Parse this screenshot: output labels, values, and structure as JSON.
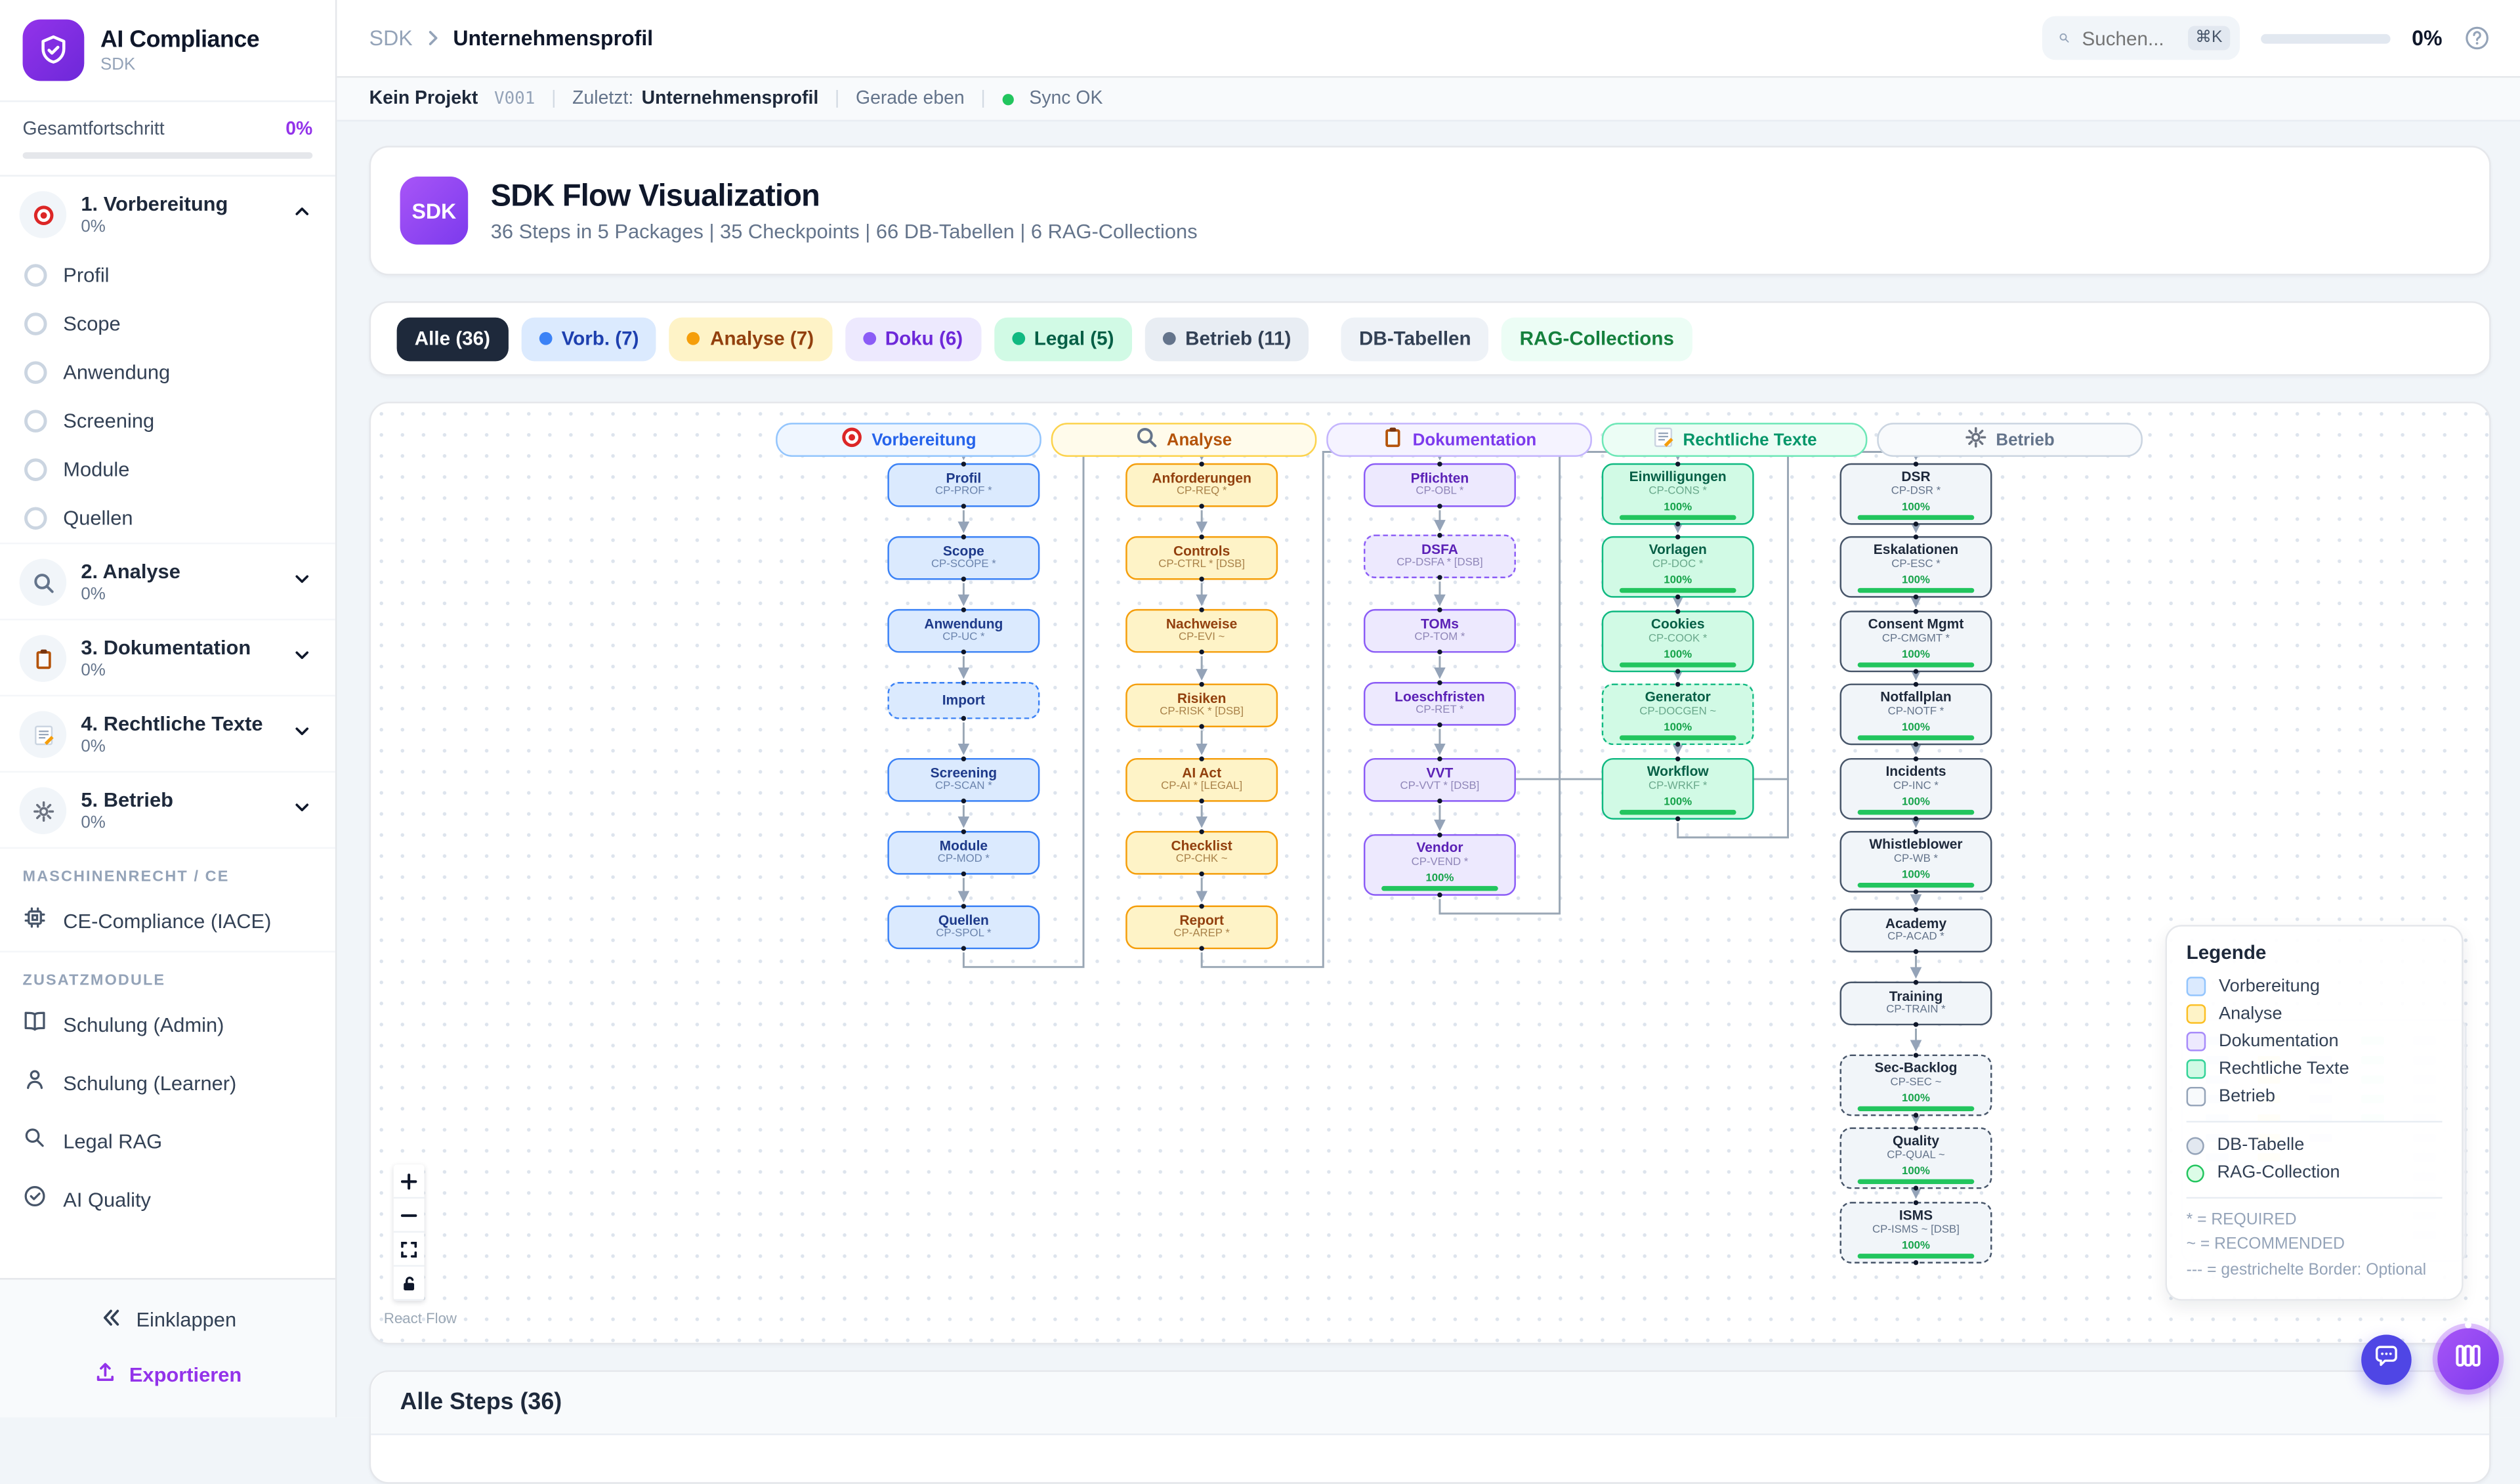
{
  "sidebar": {
    "logo": {
      "title": "AI Compliance",
      "subtitle": "SDK",
      "icon": "shield-check-icon"
    },
    "overall": {
      "label": "Gesamtfortschritt",
      "value": "0%",
      "percent": 0
    },
    "phases": [
      {
        "icon": "target",
        "label": "1. Vorbereitung",
        "percent": "0%",
        "expanded": true,
        "items": [
          "Profil",
          "Scope",
          "Anwendung",
          "Screening",
          "Module",
          "Quellen"
        ]
      },
      {
        "icon": "magnifier",
        "label": "2. Analyse",
        "percent": "0%",
        "expanded": false,
        "items": []
      },
      {
        "icon": "clipboard",
        "label": "3. Dokumentation",
        "percent": "0%",
        "expanded": false,
        "items": []
      },
      {
        "icon": "memo",
        "label": "4. Rechtliche Texte",
        "percent": "0%",
        "expanded": false,
        "items": []
      },
      {
        "icon": "gear",
        "label": "5. Betrieb",
        "percent": "0%",
        "expanded": false,
        "items": []
      }
    ],
    "sections": [
      {
        "heading": "MASCHINENRECHT / CE",
        "items": [
          {
            "icon": "cpu",
            "label": "CE-Compliance (IACE)"
          }
        ]
      },
      {
        "heading": "ZUSATZMODULE",
        "items": [
          {
            "icon": "book",
            "label": "Schulung (Admin)"
          },
          {
            "icon": "user",
            "label": "Schulung (Learner)"
          },
          {
            "icon": "search",
            "label": "Legal RAG"
          },
          {
            "icon": "check-circle",
            "label": "AI Quality"
          }
        ]
      }
    ],
    "footer": {
      "collapse": "Einklappen",
      "export": "Exportieren"
    }
  },
  "header": {
    "breadcrumb": {
      "root": "SDK",
      "current": "Unternehmensprofil"
    },
    "search": {
      "placeholder": "Suchen...",
      "kbd": "⌘K"
    },
    "progress": {
      "value": "0%",
      "percent": 0
    }
  },
  "statusbar": {
    "project": "Kein Projekt",
    "version": "V001",
    "last_label": "Zuletzt:",
    "last_value": "Unternehmensprofil",
    "time": "Gerade eben",
    "sync": "Sync OK",
    "sync_color": "#22c55e"
  },
  "hero": {
    "badge": "SDK",
    "title": "SDK Flow Visualization",
    "subtitle": "36 Steps in 5 Packages | 35 Checkpoints | 66 DB-Tabellen | 6 RAG-Collections"
  },
  "filters": {
    "chips": [
      {
        "label": "Alle (36)",
        "bg": "#1e293b",
        "fg": "#ffffff"
      },
      {
        "label": "Vorb. (7)",
        "bg": "#dbeafe",
        "fg": "#1e40af",
        "dot": "#3b82f6"
      },
      {
        "label": "Analyse (7)",
        "bg": "#fef3c7",
        "fg": "#92400e",
        "dot": "#f59e0b"
      },
      {
        "label": "Doku (6)",
        "bg": "#ede9fe",
        "fg": "#6d28d9",
        "dot": "#8b5cf6"
      },
      {
        "label": "Legal (5)",
        "bg": "#d1fae5",
        "fg": "#065f46",
        "dot": "#10b981"
      },
      {
        "label": "Betrieb (11)",
        "bg": "#e8edf3",
        "fg": "#334155",
        "dot": "#64748b"
      }
    ],
    "extra": [
      {
        "label": "DB-Tabellen",
        "bg": "#eef2f7",
        "fg": "#334155"
      },
      {
        "label": "RAG-Collections",
        "bg": "#ecfdf5",
        "fg": "#15803d"
      }
    ]
  },
  "flow": {
    "columns": [
      {
        "header": {
          "icon": "target",
          "label": "Vorbereitung"
        },
        "colors": {
          "border": "#3b82f6",
          "bg": "#dbeafe",
          "headerBg": "#eff6ff",
          "headerBorder": "#93c5fd",
          "headerFg": "#2563eb",
          "title": "#1e3a8a",
          "sub": "#6b84ad"
        },
        "nodes": [
          {
            "title": "Profil",
            "sub": "CP-PROF *"
          },
          {
            "title": "Scope",
            "sub": "CP-SCOPE *"
          },
          {
            "title": "Anwendung",
            "sub": "CP-UC *"
          },
          {
            "title": "Import",
            "dashed": true
          },
          {
            "title": "Screening",
            "sub": "CP-SCAN *"
          },
          {
            "title": "Module",
            "sub": "CP-MOD *"
          },
          {
            "title": "Quellen",
            "sub": "CP-SPOL *"
          }
        ]
      },
      {
        "header": {
          "icon": "magnifier",
          "label": "Analyse"
        },
        "colors": {
          "border": "#f59e0b",
          "bg": "#fef3c7",
          "headerBg": "#fffbeb",
          "headerBorder": "#fcd34d",
          "headerFg": "#b45309",
          "title": "#92400e",
          "sub": "#a98249"
        },
        "nodes": [
          {
            "title": "Anforderungen",
            "sub": "CP-REQ *"
          },
          {
            "title": "Controls",
            "sub": "CP-CTRL * [DSB]"
          },
          {
            "title": "Nachweise",
            "sub": "CP-EVI ~"
          },
          {
            "title": "Risiken",
            "sub": "CP-RISK * [DSB]"
          },
          {
            "title": "AI Act",
            "sub": "CP-AI * [LEGAL]"
          },
          {
            "title": "Checklist",
            "sub": "CP-CHK ~"
          },
          {
            "title": "Report",
            "sub": "CP-AREP *"
          }
        ]
      },
      {
        "header": {
          "icon": "clipboard",
          "label": "Dokumentation"
        },
        "colors": {
          "border": "#8b5cf6",
          "bg": "#ede9fe",
          "headerBg": "#f5f3ff",
          "headerBorder": "#c4b5fd",
          "headerFg": "#7c3aed",
          "title": "#5b21b6",
          "sub": "#8f86b8"
        },
        "nodes": [
          {
            "title": "Pflichten",
            "sub": "CP-OBL *"
          },
          {
            "title": "DSFA",
            "sub": "CP-DSFA * [DSB]",
            "dashed": true
          },
          {
            "title": "TOMs",
            "sub": "CP-TOM *"
          },
          {
            "title": "Loeschfristen",
            "sub": "CP-RET *"
          },
          {
            "title": "VVT",
            "sub": "CP-VVT * [DSB]"
          },
          {
            "title": "Vendor",
            "sub": "CP-VEND *",
            "progress": "100%"
          }
        ]
      },
      {
        "header": {
          "icon": "memo",
          "label": "Rechtliche Texte"
        },
        "colors": {
          "border": "#10b981",
          "bg": "#d1fae5",
          "headerBg": "#ecfdf5",
          "headerBorder": "#6ee7b7",
          "headerFg": "#059669",
          "title": "#065f46",
          "sub": "#6aa98c"
        },
        "nodes": [
          {
            "title": "Einwilligungen",
            "sub": "CP-CONS *",
            "progress": "100%"
          },
          {
            "title": "Vorlagen",
            "sub": "CP-DOC *",
            "progress": "100%"
          },
          {
            "title": "Cookies",
            "sub": "CP-COOK *",
            "progress": "100%"
          },
          {
            "title": "Generator",
            "sub": "CP-DOCGEN ~",
            "progress": "100%",
            "dashed": true
          },
          {
            "title": "Workflow",
            "sub": "CP-WRKF *",
            "progress": "100%"
          }
        ]
      },
      {
        "header": {
          "icon": "gear",
          "label": "Betrieb"
        },
        "colors": {
          "border": "#475569",
          "bg": "#f1f5f9",
          "headerBg": "#f8fafc",
          "headerBorder": "#cbd5e1",
          "headerFg": "#64748b",
          "title": "#1e293b",
          "sub": "#64748b"
        },
        "nodes": [
          {
            "title": "DSR",
            "sub": "CP-DSR *",
            "progress": "100%"
          },
          {
            "title": "Eskalationen",
            "sub": "CP-ESC *",
            "progress": "100%"
          },
          {
            "title": "Consent Mgmt",
            "sub": "CP-CMGMT *",
            "progress": "100%"
          },
          {
            "title": "Notfallplan",
            "sub": "CP-NOTF *",
            "progress": "100%"
          },
          {
            "title": "Incidents",
            "sub": "CP-INC *",
            "progress": "100%"
          },
          {
            "title": "Whistleblower",
            "sub": "CP-WB *",
            "progress": "100%"
          },
          {
            "title": "Academy",
            "sub": "CP-ACAD *"
          },
          {
            "title": "Training",
            "sub": "CP-TRAIN *"
          },
          {
            "title": "Sec-Backlog",
            "sub": "CP-SEC ~",
            "progress": "100%",
            "dashed": true
          },
          {
            "title": "Quality",
            "sub": "CP-QUAL ~",
            "progress": "100%",
            "dashed": true
          },
          {
            "title": "ISMS",
            "sub": "CP-ISMS ~ [DSB]",
            "progress": "100%",
            "dashed": true
          }
        ]
      }
    ],
    "legend": {
      "title": "Legende",
      "packages": [
        {
          "label": "Vorbereitung",
          "border": "#93c5fd",
          "bg": "#dbeafe"
        },
        {
          "label": "Analyse",
          "border": "#fbbf24",
          "bg": "#fef3c7"
        },
        {
          "label": "Dokumentation",
          "border": "#a78bfa",
          "bg": "#ede9fe"
        },
        {
          "label": "Rechtliche Texte",
          "border": "#34d399",
          "bg": "#d1fae5"
        },
        {
          "label": "Betrieb",
          "border": "#94a3b8",
          "bg": "#f8fafc"
        }
      ],
      "shapes": [
        {
          "label": "DB-Tabelle",
          "border": "#94a3b8",
          "bg": "#e2e8f0"
        },
        {
          "label": "RAG-Collection",
          "border": "#22c55e",
          "bg": "#dcfce7"
        }
      ],
      "notes": [
        "* = REQUIRED",
        "~ = RECOMMENDED",
        "--- = gestrichelte Border: Optional"
      ]
    },
    "attribution": "React Flow"
  },
  "steps": {
    "title": "Alle Steps (36)"
  }
}
